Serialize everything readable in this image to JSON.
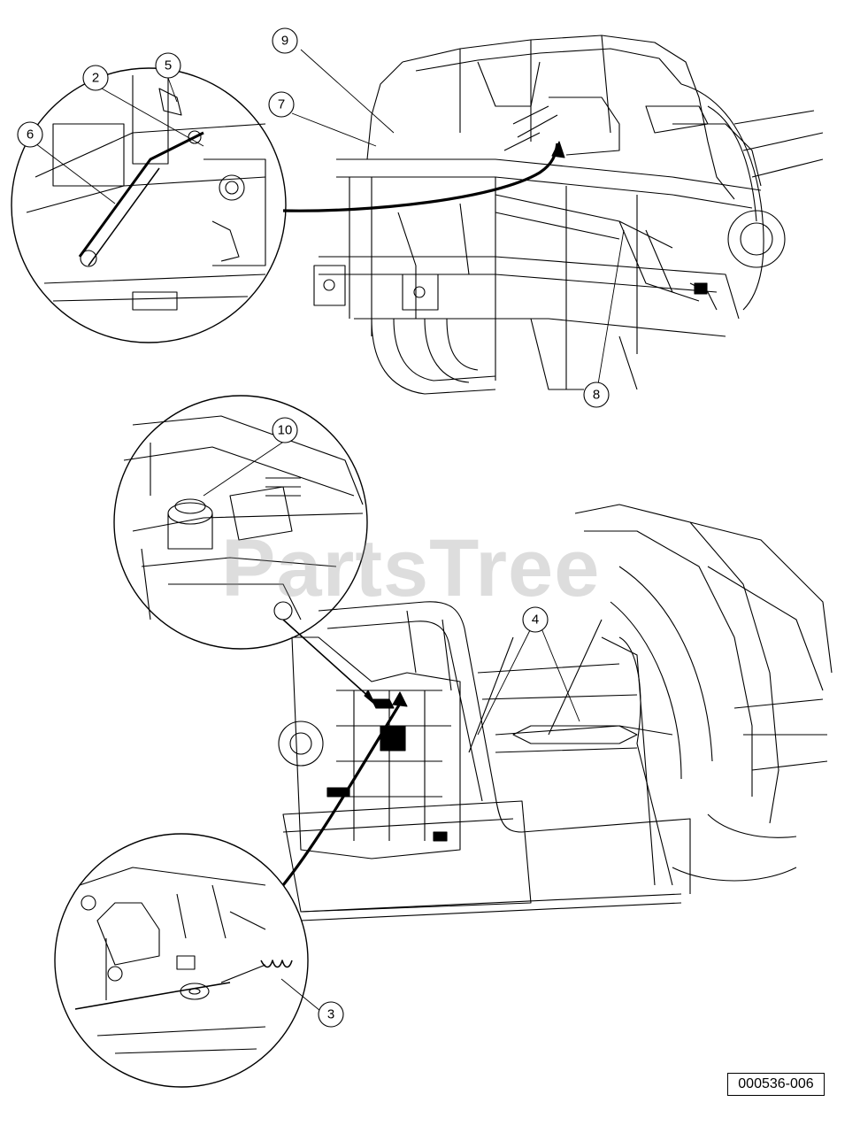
{
  "callouts": [
    "2",
    "5",
    "6",
    "9",
    "7",
    "8",
    "10",
    "4",
    "3"
  ],
  "figure_number": "000536-006",
  "watermark": "PartsTree",
  "colors": {
    "line": "#000000",
    "background": "#ffffff",
    "watermark": "#969696"
  }
}
